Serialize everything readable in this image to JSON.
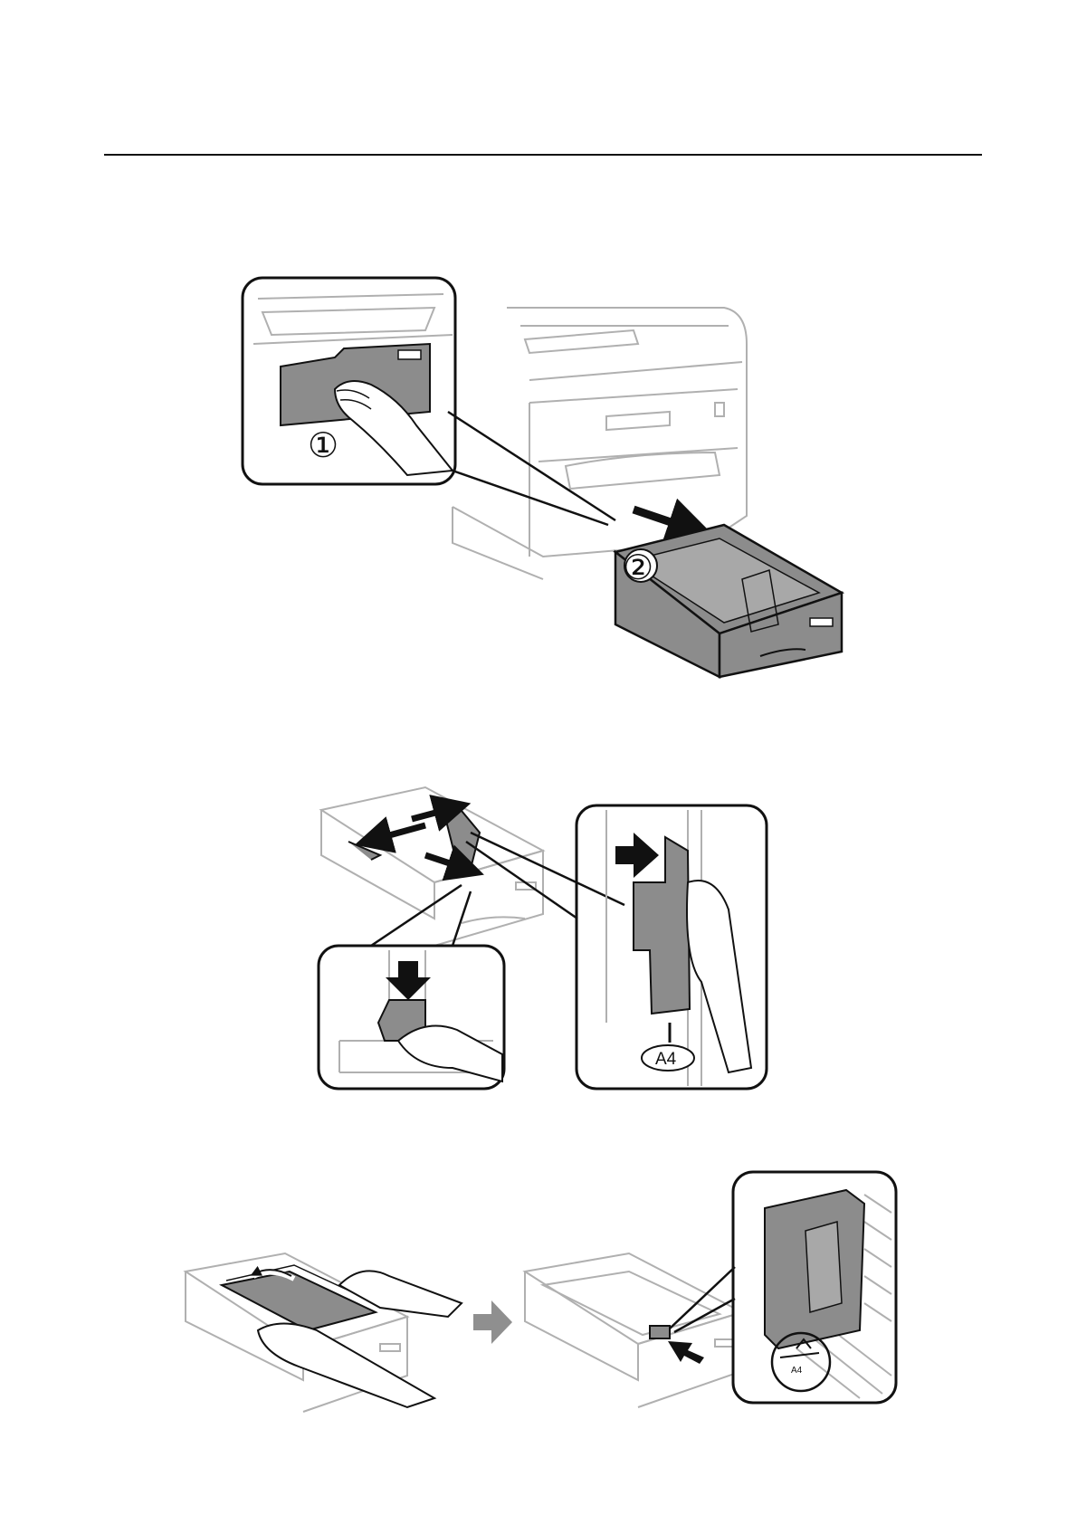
{
  "figure1": {
    "step1": "①",
    "step2": "②"
  },
  "figure2": {
    "size_label": "A4"
  },
  "figure3": {
    "size_label": "A4"
  },
  "colors": {
    "line": "#111111",
    "fill_gray": "#8c8c8c",
    "light_line": "#b0b0b0",
    "arrow_gray": "#8f8f8f"
  }
}
